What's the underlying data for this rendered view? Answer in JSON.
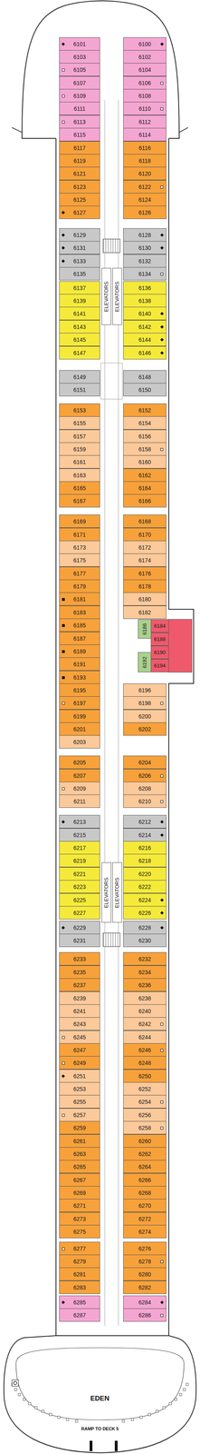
{
  "diagram": {
    "nodes": [
      {
        "text": [
          "6101"
        ]
      },
      {
        "text": [
          "6103"
        ]
      },
      {
        "text": [
          "6105"
        ]
      },
      {
        "text": [
          "6107"
        ]
      },
      {
        "text": [
          "6109"
        ]
      },
      {
        "text": [
          "6111"
        ]
      },
      {
        "text": [
          "6113"
        ]
      },
      {
        "text": [
          "6115"
        ]
      },
      {
        "text": [
          "6117"
        ]
      },
      {
        "text": [
          "6119"
        ]
      },
      {
        "text": [
          "6121"
        ]
      },
      {
        "text": [
          "6123"
        ]
      },
      {
        "text": [
          "6125"
        ]
      },
      {
        "text": [
          "6127"
        ]
      },
      {
        "text": [
          "6129"
        ]
      },
      {
        "text": [
          "6131"
        ]
      },
      {
        "text": [
          "6133"
        ]
      },
      {
        "text": [
          "6135"
        ]
      },
      {
        "text": [
          "6137"
        ]
      },
      {
        "text": [
          "6139"
        ]
      },
      {
        "text": [
          "6141"
        ]
      },
      {
        "text": [
          "6143"
        ]
      },
      {
        "text": [
          "6145"
        ]
      },
      {
        "text": [
          "6147"
        ]
      },
      {
        "text": [
          "6149"
        ]
      },
      {
        "text": [
          "6151"
        ]
      },
      {
        "text": [
          "6153"
        ]
      },
      {
        "text": [
          "6155"
        ]
      },
      {
        "text": [
          "6157"
        ]
      },
      {
        "text": [
          "6159"
        ]
      },
      {
        "text": [
          "6161"
        ]
      },
      {
        "text": [
          "6163"
        ]
      },
      {
        "text": [
          "6165"
        ]
      },
      {
        "text": [
          "6167"
        ]
      },
      {
        "text": [
          "6169"
        ]
      },
      {
        "text": [
          "6171"
        ]
      },
      {
        "text": [
          "6173"
        ]
      },
      {
        "text": [
          "6175"
        ]
      },
      {
        "text": [
          "6177"
        ]
      },
      {
        "text": [
          "6179"
        ]
      },
      {
        "text": [
          "6181"
        ]
      },
      {
        "text": [
          "6183"
        ]
      },
      {
        "text": [
          "6185"
        ]
      },
      {
        "text": [
          "6187"
        ]
      },
      {
        "text": [
          "6189"
        ]
      },
      {
        "text": [
          "6191"
        ]
      },
      {
        "text": [
          "6193"
        ]
      },
      {
        "text": [
          "6195"
        ]
      },
      {
        "text": [
          "6197"
        ]
      },
      {
        "text": [
          "6199"
        ]
      },
      {
        "text": [
          "6201"
        ]
      },
      {
        "text": [
          "6203"
        ]
      },
      {
        "text": [
          "6205"
        ]
      },
      {
        "text": [
          "6207"
        ]
      },
      {
        "text": [
          "6209"
        ]
      },
      {
        "text": [
          "6211"
        ]
      },
      {
        "text": [
          "6213"
        ]
      },
      {
        "text": [
          "6215"
        ]
      },
      {
        "text": [
          "6217"
        ]
      },
      {
        "text": [
          "6219"
        ]
      },
      {
        "text": [
          "6221"
        ]
      },
      {
        "text": [
          "6223"
        ]
      },
      {
        "text": [
          "6225"
        ]
      },
      {
        "text": [
          "6227"
        ]
      },
      {
        "text": [
          "6229"
        ]
      },
      {
        "text": [
          "6231"
        ]
      },
      {
        "text": [
          "6233"
        ]
      },
      {
        "text": [
          "6235"
        ]
      },
      {
        "text": [
          "6237"
        ]
      },
      {
        "text": [
          "6239"
        ]
      },
      {
        "text": [
          "6241"
        ]
      },
      {
        "text": [
          "6243"
        ]
      },
      {
        "text": [
          "6245"
        ]
      },
      {
        "text": [
          "6247"
        ]
      },
      {
        "text": [
          "6249"
        ]
      },
      {
        "text": [
          "6251"
        ]
      },
      {
        "text": [
          "6253"
        ]
      },
      {
        "text": [
          "6255"
        ]
      },
      {
        "text": [
          "6257"
        ]
      },
      {
        "text": [
          "6259"
        ]
      },
      {
        "text": [
          "6261"
        ]
      },
      {
        "text": [
          "6263"
        ]
      },
      {
        "text": [
          "6265"
        ]
      },
      {
        "text": [
          "6267"
        ]
      },
      {
        "text": [
          "6269"
        ]
      },
      {
        "text": [
          "6271"
        ]
      },
      {
        "text": [
          "6273"
        ]
      },
      {
        "text": [
          "6275"
        ]
      },
      {
        "text": [
          "6277"
        ]
      },
      {
        "text": [
          "6279"
        ]
      },
      {
        "text": [
          "6281"
        ]
      },
      {
        "text": [
          "6283"
        ]
      },
      {
        "text": [
          "6285"
        ]
      },
      {
        "text": [
          "6287"
        ]
      },
      {
        "text": [
          "6100"
        ]
      },
      {
        "text": [
          "6102"
        ]
      },
      {
        "text": [
          "6104"
        ]
      },
      {
        "text": [
          "6106"
        ]
      },
      {
        "text": [
          "6108"
        ]
      },
      {
        "text": [
          "6110"
        ]
      },
      {
        "text": [
          "6112"
        ]
      },
      {
        "text": [
          "6114"
        ]
      },
      {
        "text": [
          "6116"
        ]
      },
      {
        "text": [
          "6118"
        ]
      },
      {
        "text": [
          "6120"
        ]
      },
      {
        "text": [
          "6122"
        ]
      },
      {
        "text": [
          "6124"
        ]
      },
      {
        "text": [
          "6126"
        ]
      },
      {
        "text": [
          "6128"
        ]
      },
      {
        "text": [
          "6130"
        ]
      },
      {
        "text": [
          "6132"
        ]
      },
      {
        "text": [
          "6134"
        ]
      },
      {
        "text": [
          "6136"
        ]
      },
      {
        "text": [
          "6138"
        ]
      },
      {
        "text": [
          "6140"
        ]
      },
      {
        "text": [
          "6142"
        ]
      },
      {
        "text": [
          "6144"
        ]
      },
      {
        "text": [
          "6146"
        ]
      },
      {
        "text": [
          "6148"
        ]
      },
      {
        "text": [
          "6150"
        ]
      },
      {
        "text": [
          "6152"
        ]
      },
      {
        "text": [
          "6154"
        ]
      },
      {
        "text": [
          "6156"
        ]
      },
      {
        "text": [
          "6158"
        ]
      },
      {
        "text": [
          "6160"
        ]
      },
      {
        "text": [
          "6162"
        ]
      },
      {
        "text": [
          "6164"
        ]
      },
      {
        "text": [
          "6166"
        ]
      },
      {
        "text": [
          "6168"
        ]
      },
      {
        "text": [
          "6170"
        ]
      },
      {
        "text": [
          "6172"
        ]
      },
      {
        "text": [
          "6174"
        ]
      },
      {
        "text": [
          "6176"
        ]
      },
      {
        "text": [
          "6178"
        ]
      },
      {
        "text": [
          "6180"
        ]
      },
      {
        "text": [
          "6182"
        ]
      },
      {
        "text": [
          "6184"
        ]
      },
      {
        "text": [
          "6186"
        ]
      },
      {
        "text": [
          "6188"
        ]
      },
      {
        "text": [
          "6190"
        ]
      },
      {
        "text": [
          "6192"
        ]
      },
      {
        "text": [
          "6194"
        ]
      },
      {
        "text": [
          "6196"
        ]
      },
      {
        "text": [
          "6198"
        ]
      },
      {
        "text": [
          "6200"
        ]
      },
      {
        "text": [
          "6202"
        ]
      },
      {
        "text": [
          "6204"
        ]
      },
      {
        "text": [
          "6206"
        ]
      },
      {
        "text": [
          "6208"
        ]
      },
      {
        "text": [
          "6210"
        ]
      },
      {
        "text": [
          "6212"
        ]
      },
      {
        "text": [
          "6214"
        ]
      },
      {
        "text": [
          "6216"
        ]
      },
      {
        "text": [
          "6218"
        ]
      },
      {
        "text": [
          "6220"
        ]
      },
      {
        "text": [
          "6222"
        ]
      },
      {
        "text": [
          "6224"
        ]
      },
      {
        "text": [
          "6226"
        ]
      },
      {
        "text": [
          "6228"
        ]
      },
      {
        "text": [
          "6230"
        ]
      },
      {
        "text": [
          "6232"
        ]
      },
      {
        "text": [
          "6234"
        ]
      },
      {
        "text": [
          "6236"
        ]
      },
      {
        "text": [
          "6238"
        ]
      },
      {
        "text": [
          "6240"
        ]
      },
      {
        "text": [
          "6242"
        ]
      },
      {
        "text": [
          "6244"
        ]
      },
      {
        "text": [
          "6246"
        ]
      },
      {
        "text": [
          "6248"
        ]
      },
      {
        "text": [
          "6250"
        ]
      },
      {
        "text": [
          "6252"
        ]
      },
      {
        "text": [
          "6254"
        ]
      },
      {
        "text": [
          "6256"
        ]
      },
      {
        "text": [
          "6258"
        ]
      },
      {
        "text": [
          "6260"
        ]
      },
      {
        "text": [
          "6262"
        ]
      },
      {
        "text": [
          "6264"
        ]
      },
      {
        "text": [
          "6266"
        ]
      },
      {
        "text": [
          "6268"
        ]
      },
      {
        "text": [
          "6270"
        ]
      },
      {
        "text": [
          "6272"
        ]
      },
      {
        "text": [
          "6274"
        ]
      },
      {
        "text": [
          "6276"
        ]
      },
      {
        "text": [
          "6278"
        ]
      },
      {
        "text": [
          "6280"
        ]
      },
      {
        "text": [
          "6282"
        ]
      },
      {
        "text": [
          "6284"
        ]
      },
      {
        "text": [
          "6286"
        ]
      },
      {
        "text": [
          "ELEVATORS"
        ]
      },
      {
        "text": [
          "ELEVATORS"
        ]
      },
      {
        "text": [
          "ELEVATORS"
        ]
      },
      {
        "text": [
          "ELEVATORS"
        ]
      }
    ],
    "labels": [
      "EDEN",
      "RAMP TO DECK 5"
    ]
  }
}
